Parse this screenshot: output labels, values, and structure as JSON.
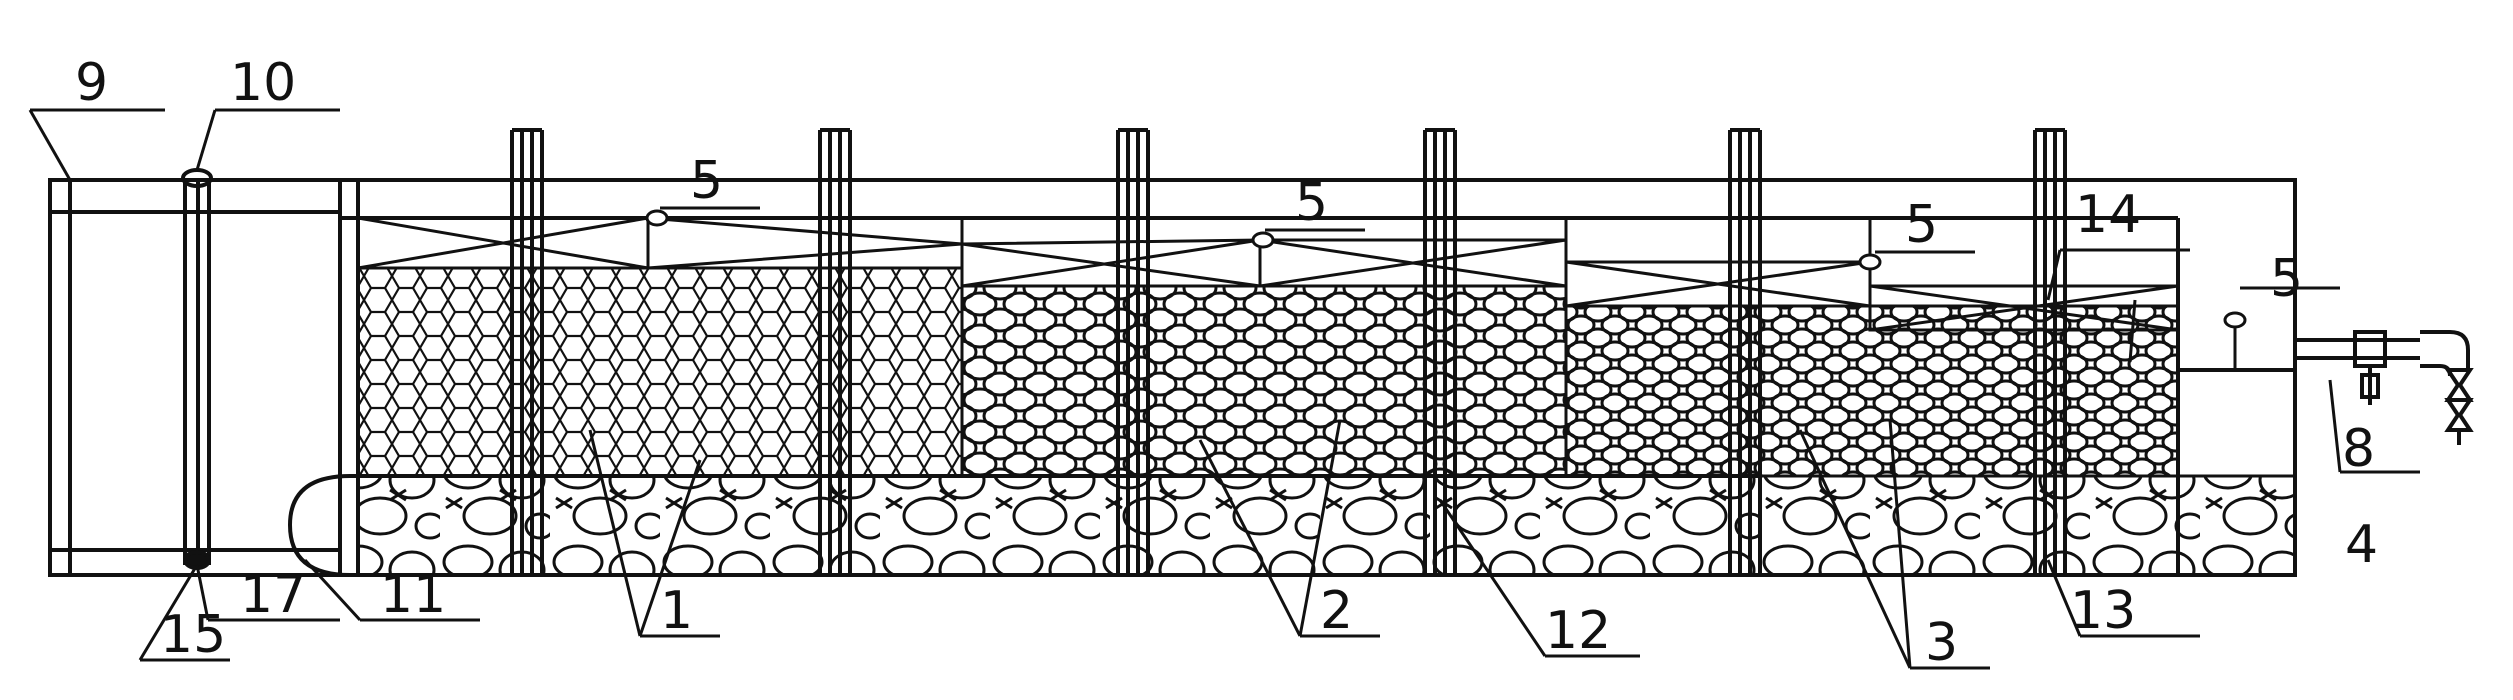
{
  "labels": {
    "l9": "9",
    "l10": "10",
    "l5a": "5",
    "l5b": "5",
    "l5c": "5",
    "l5d": "5",
    "l14": "14",
    "l8": "8",
    "l15": "15",
    "l17": "17",
    "l11": "11",
    "l1": "1",
    "l2": "2",
    "l12": "12",
    "l3": "3",
    "l13": "13",
    "l4": "4"
  },
  "colors": {
    "line": "#111111",
    "background": "#ffffff"
  }
}
